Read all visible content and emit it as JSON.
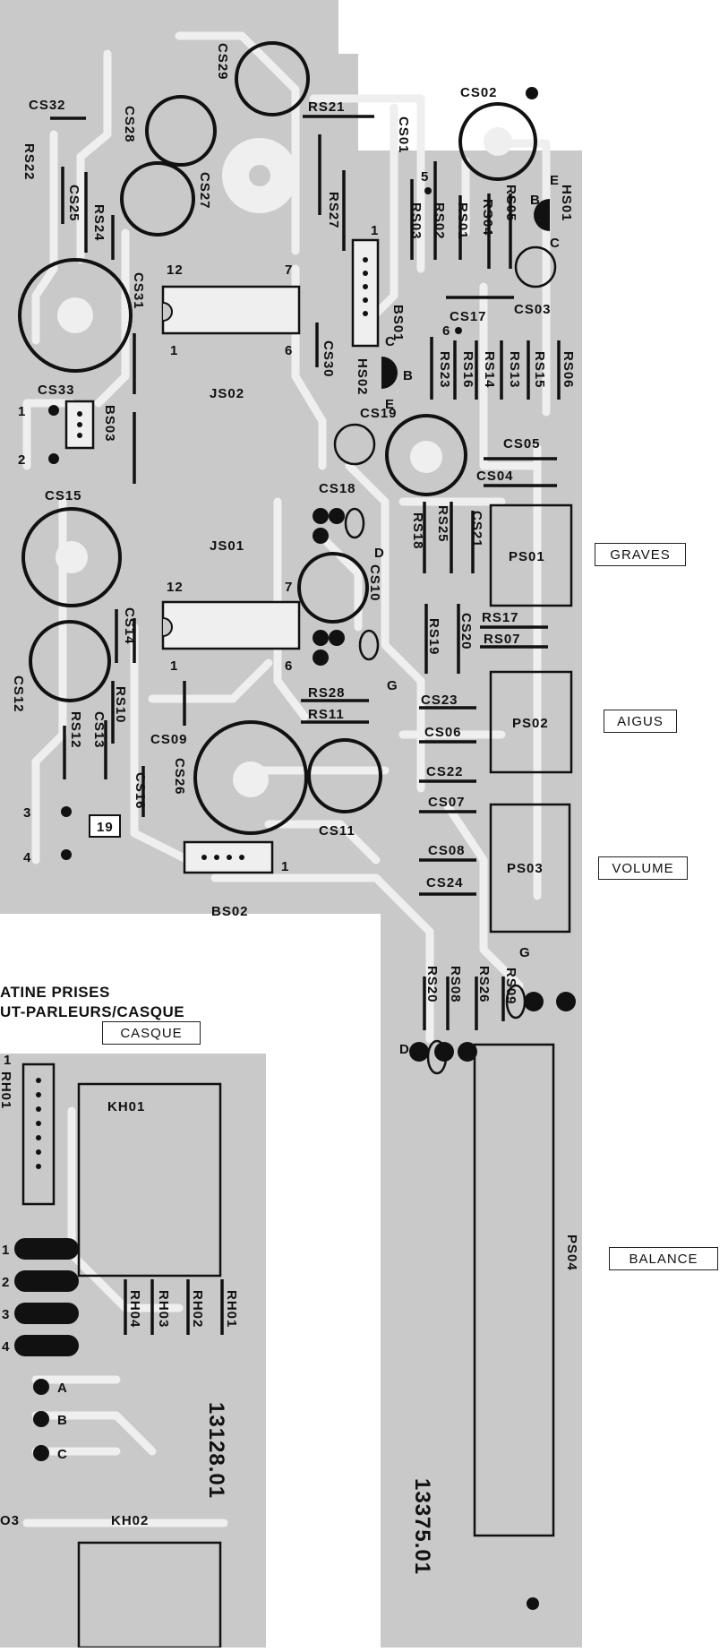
{
  "top_board": {
    "components": {
      "cs29": "CS29",
      "rs21": "RS21",
      "cs02": "CS02",
      "cs32": "CS32",
      "cs28": "CS28",
      "rs22": "RS22",
      "cs25": "CS25",
      "rs24": "RS24",
      "cs27": "CS27",
      "rs27": "RS27",
      "cs01": "CS01",
      "rs03": "RS03",
      "rs02": "RS02",
      "rs01": "RS01",
      "rs04": "RS04",
      "rs05": "RS05",
      "hs01": "HS01",
      "cs31": "CS31",
      "cs03": "CS03",
      "bs01": "BS01",
      "cs17": "CS17",
      "cs30": "CS30",
      "hs02": "HS02",
      "rs23": "RS23",
      "rs16": "RS16",
      "rs14": "RS14",
      "rs13": "RS13",
      "rs15": "RS15",
      "rs06": "RS06",
      "cs33": "CS33",
      "js02": "JS02",
      "bs03": "BS03",
      "cs19": "CS19",
      "cs05": "CS05",
      "cs04": "CS04",
      "cs15": "CS15",
      "cs18": "CS18",
      "js01": "JS01",
      "rs18": "RS18",
      "rs25": "RS25",
      "cs21": "CS21",
      "ps01": "PS01",
      "cs10": "CS10",
      "cs14": "CS14",
      "rs17": "RS17",
      "rs07": "RS07",
      "rs19": "RS19",
      "cs20": "CS20",
      "cs12": "CS12",
      "rs10": "RS10",
      "cs13": "CS13",
      "rs12": "RS12",
      "rs28": "RS28",
      "rs11": "RS11",
      "cs23": "CS23",
      "ps02": "PS02",
      "cs06": "CS06",
      "cs09": "CS09",
      "cs26": "CS26",
      "cs16": "CS16",
      "cs22": "CS22",
      "cs07": "CS07",
      "cs11": "CS11",
      "cs08": "CS08",
      "ps03": "PS03",
      "cs24": "CS24",
      "bs02": "BS02",
      "rs20": "RS20",
      "rs08": "RS08",
      "rs26": "RS26",
      "rs09": "RS09",
      "ps04": "PS04",
      "badge_19": "19"
    },
    "pins": {
      "ic12_a": "12",
      "ic7_a": "7",
      "ic1_a": "1",
      "ic6_a": "6",
      "ic12_b": "12",
      "ic7_b": "7",
      "ic1_b": "1",
      "ic6_b": "6",
      "cs33_1": "1",
      "cs33_2": "2",
      "out_3": "3",
      "out_4": "4",
      "bs01_1": "1",
      "bs02_1": "1",
      "pin_5": "5",
      "pin_6": "6",
      "e1": "E",
      "b1": "B",
      "c1": "C",
      "c2": "C",
      "b2": "B",
      "e2": "E",
      "d1": "D",
      "g1": "G",
      "d2": "D",
      "g2": "G"
    },
    "side_labels": {
      "graves": "GRAVES",
      "aigus": "AIGUS",
      "volume": "VOLUME",
      "balance": "BALANCE"
    },
    "board_ref": "13375.01"
  },
  "bottom_board": {
    "title_line1": "ATINE PRISES",
    "title_line2": "UT-PARLEURS/CASQUE",
    "casque": "CASQUE",
    "kh01": "KH01",
    "kh02": "KH02",
    "rh01": "RH01",
    "rh02": "RH02",
    "rh03": "RH03",
    "rh04": "RH04",
    "conn_label": "RH01",
    "conn_pin": "1",
    "rows": [
      "1",
      "2",
      "3",
      "4"
    ],
    "abc": [
      "A",
      "B",
      "C"
    ],
    "o3": "O3",
    "board_ref": "13128.01"
  },
  "colors": {
    "board": "#c9c9c9",
    "copper": "#ececec",
    "ink": "#111111"
  }
}
